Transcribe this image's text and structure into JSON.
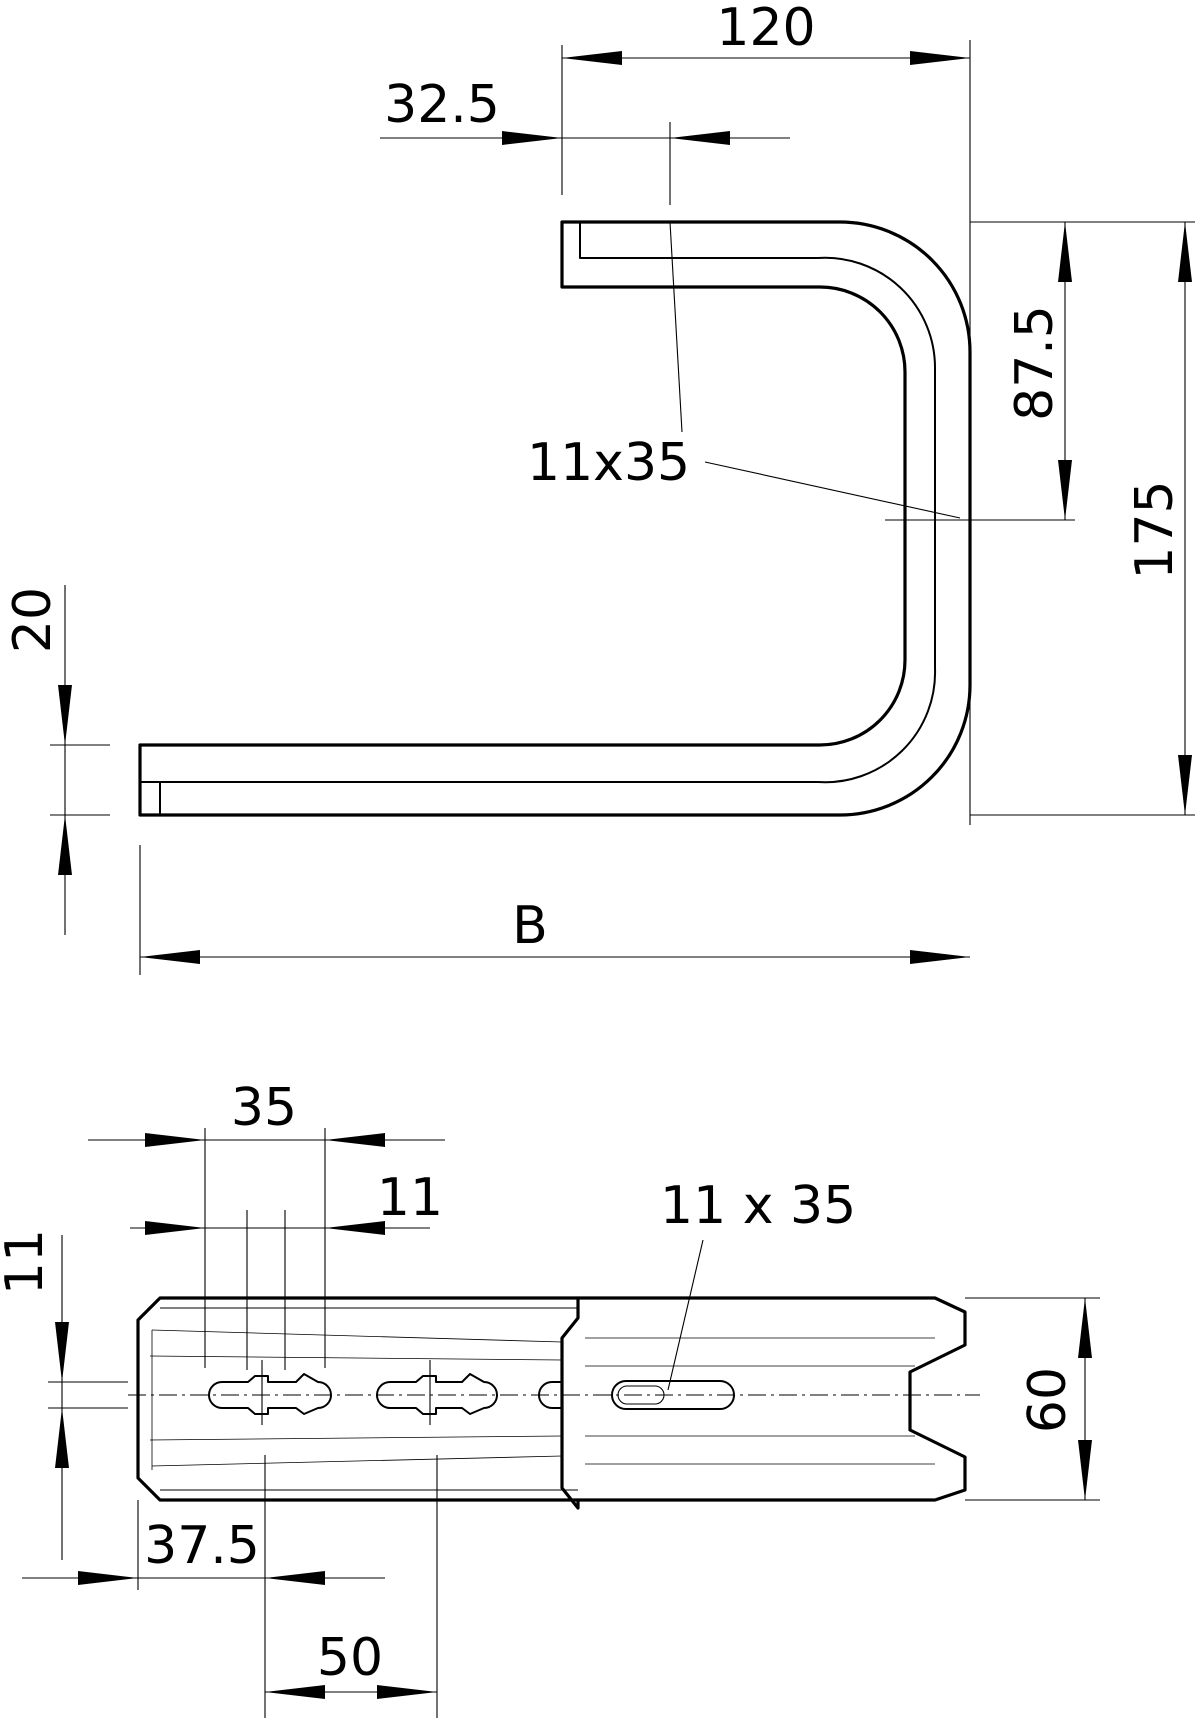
{
  "top_view": {
    "dimensions": {
      "width_120": "120",
      "offset_32_5": "32.5",
      "slot_label": "11x35",
      "height_87_5": "87.5",
      "height_175": "175",
      "flange_20": "20",
      "length_B": "B"
    }
  },
  "bottom_view": {
    "dimensions": {
      "pitch_35": "35",
      "slot_11": "11",
      "slot_label": "11 x 35",
      "height_11": "11",
      "width_60": "60",
      "offset_37_5": "37.5",
      "pitch_50": "50"
    }
  }
}
